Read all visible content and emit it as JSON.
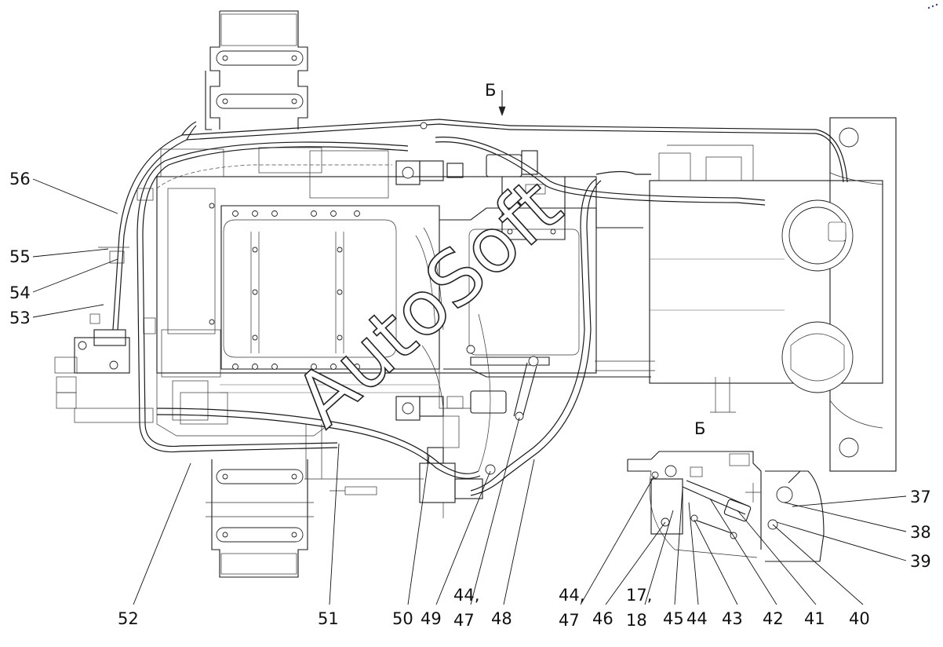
{
  "view_markers": {
    "top": "Б",
    "detail": "Б"
  },
  "watermark": "AutoSoft",
  "callouts": {
    "c56": "56",
    "c55": "55",
    "c54": "54",
    "c53": "53",
    "c52": "52",
    "c51": "51",
    "c50": "50",
    "c49": "49",
    "c44a": "44,",
    "c47a": "47",
    "c48": "48",
    "c44b": "44,",
    "c47b": "47",
    "c46": "46",
    "c17": "17,",
    "c18": "18",
    "c45": "45",
    "c44c": "44",
    "c43": "43",
    "c42": "42",
    "c41": "41",
    "c40": "40",
    "c37": "37",
    "c38": "38",
    "c39": "39"
  }
}
